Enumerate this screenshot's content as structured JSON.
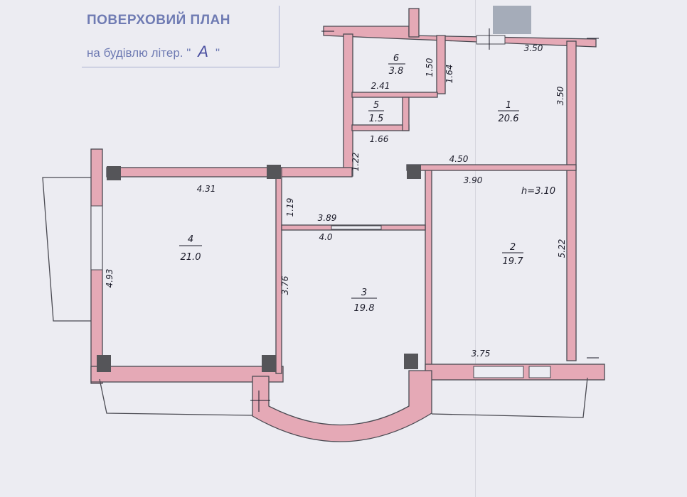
{
  "stamp": {
    "title": "ПОВЕРХОВИЙ ПЛАН",
    "subtitle_prefix": "на будівлю літер. \"",
    "letter": "А",
    "subtitle_suffix": "\"",
    "color": "#6f7bb3"
  },
  "colors": {
    "paper": "#ececf2",
    "wall_fill": "#e5a9b6",
    "wall_line": "#4a4a52",
    "column": "#555559",
    "ink": "#1c1c2a"
  },
  "rooms": [
    {
      "id": "1",
      "name": "1",
      "area": "20.6"
    },
    {
      "id": "2",
      "name": "2",
      "area": "19.7",
      "height": "h=3.10"
    },
    {
      "id": "3",
      "name": "3",
      "area": "19.8"
    },
    {
      "id": "4",
      "name": "4",
      "area": "21.0"
    },
    {
      "id": "5",
      "name": "5",
      "area": "1.5"
    },
    {
      "id": "6",
      "name": "6",
      "area": "3.8"
    }
  ],
  "dimensions": {
    "r1_top": "3.50",
    "r1_right": "3.50",
    "r1_bottom": "4.50",
    "r6_w": "2.41",
    "r6_h1": "1.50",
    "r6_h2": "1.64",
    "r5_w": "1.66",
    "corridor": "1.22",
    "r2_top": "3.90",
    "r2_right": "5.22",
    "r2_bottom": "3.75",
    "r3_top": "3.89",
    "r3_top2": "4.0",
    "r3_left": "3.76",
    "r3_vert": "1.19",
    "r4_top": "4.31",
    "r4_left": "4.93"
  }
}
